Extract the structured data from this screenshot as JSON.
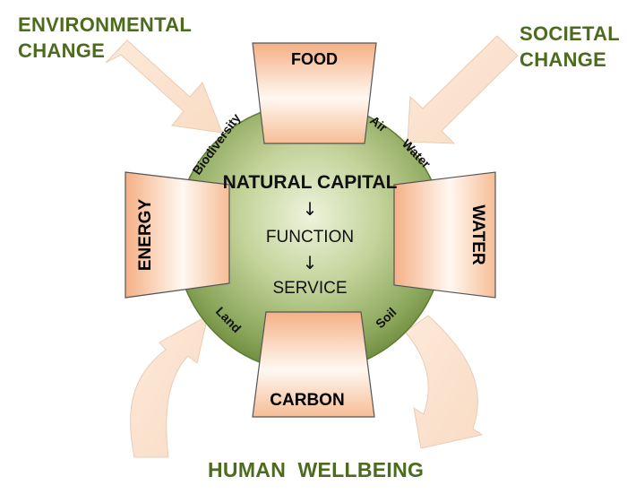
{
  "labels": {
    "environmental_change": [
      "ENVIRONMENTAL",
      "CHANGE"
    ],
    "societal_change": [
      "SOCIETAL",
      "CHANGE"
    ],
    "human_wellbeing": "HUMAN  WELLBEING"
  },
  "center": {
    "title": "NATURAL CAPITAL",
    "arrow1": "↓",
    "middle": "FUNCTION",
    "arrow2": "↓",
    "bottom": "SERVICE"
  },
  "services": {
    "food": "FOOD",
    "energy": "ENERGY",
    "water": "WATER",
    "carbon": "CARBON"
  },
  "capital_stocks": {
    "biodiversity": "Biodiversity",
    "air": "Air",
    "water": "Water",
    "land": "Land",
    "soil": "Soil"
  },
  "colors": {
    "label_green": "#4d6b1f",
    "circle_green": "#7e9a4c",
    "arrow_fill": "#fce4d0",
    "trapezoid_orange": "#f6b68c",
    "trapezoid_light": "#fff6ef"
  }
}
